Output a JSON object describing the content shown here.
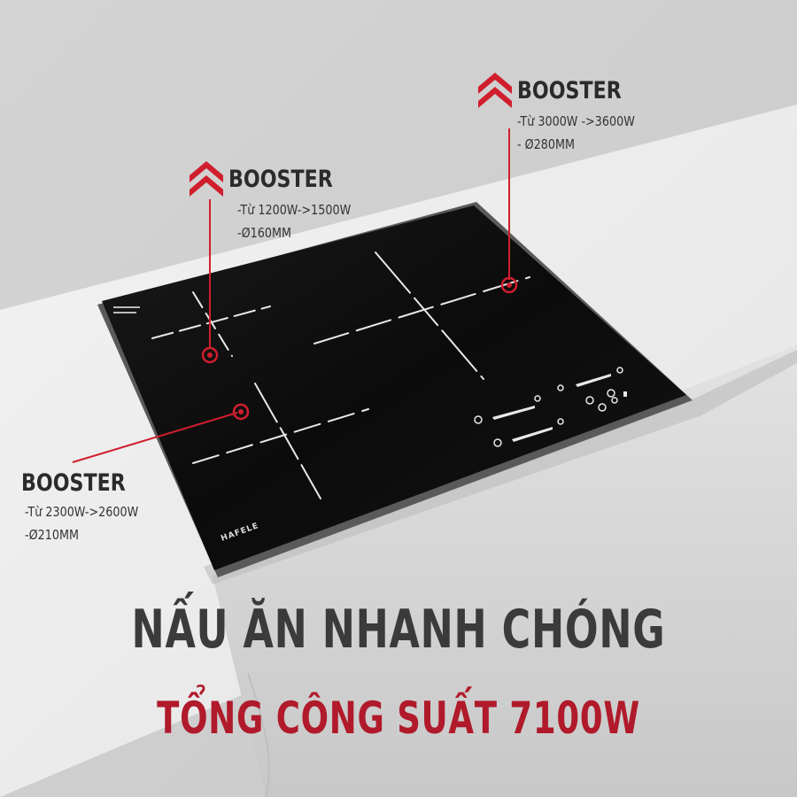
{
  "callouts": {
    "top_right": {
      "title": "BOOSTER",
      "line1": "-Từ 3000W ->3600W",
      "line2": "- Ø280MM"
    },
    "top_left": {
      "title": "BOOSTER",
      "line1": "-Từ 1200W->1500W",
      "line2": "-Ø160MM"
    },
    "bottom_left": {
      "title": "BOOSTER",
      "line1": "-Từ 2300W->2600W",
      "line2": "-Ø210MM"
    }
  },
  "brand": "HAFELE",
  "headline": {
    "main": "NẤU ĂN NHANH CHÓNG",
    "sub": "TỔNG CÔNG SUẤT 7100W"
  },
  "colors": {
    "accent_red": "#d01e2e",
    "headline_red": "#b01a2a",
    "cooktop_black": "#0d0d0d"
  }
}
